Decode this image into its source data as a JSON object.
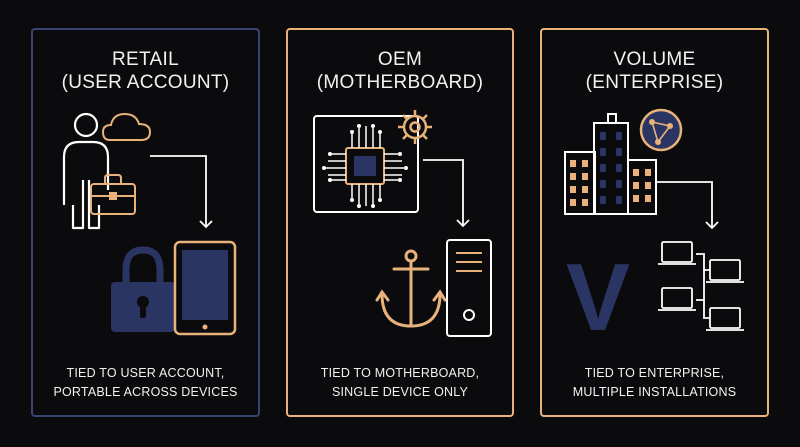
{
  "colors": {
    "background": "#0b0b0d",
    "retail_border": "#3a4470",
    "accent_orange": "#e8b27a",
    "navy": "#2a3564",
    "white": "#ffffff"
  },
  "panels": [
    {
      "title_line1": "RETAIL",
      "title_line2": "(USER ACCOUNT)",
      "desc_line1": "TIED TO USER ACCOUNT,",
      "desc_line2": "PORTABLE ACROSS DEVICES",
      "icons": [
        "person-icon",
        "cloud-icon",
        "briefcase-icon",
        "lock-icon",
        "tablet-icon"
      ]
    },
    {
      "title_line1": "OEM",
      "title_line2": "(MOTHERBOARD)",
      "desc_line1": "TIED TO MOTHERBOARD,",
      "desc_line2": "SINGLE DEVICE ONLY",
      "icons": [
        "motherboard-chip-icon",
        "gear-icon",
        "anchor-icon",
        "pc-tower-icon"
      ]
    },
    {
      "title_line1": "VOLUME",
      "title_line2": "(ENTERPRISE)",
      "desc_line1": "TIED TO ENTERPRISE,",
      "desc_line2": "MULTIPLE INSTALLATIONS",
      "icons": [
        "office-buildings-icon",
        "network-globe-icon",
        "volume-v-icon",
        "laptop-network-icon"
      ],
      "v_letter": "V"
    }
  ]
}
